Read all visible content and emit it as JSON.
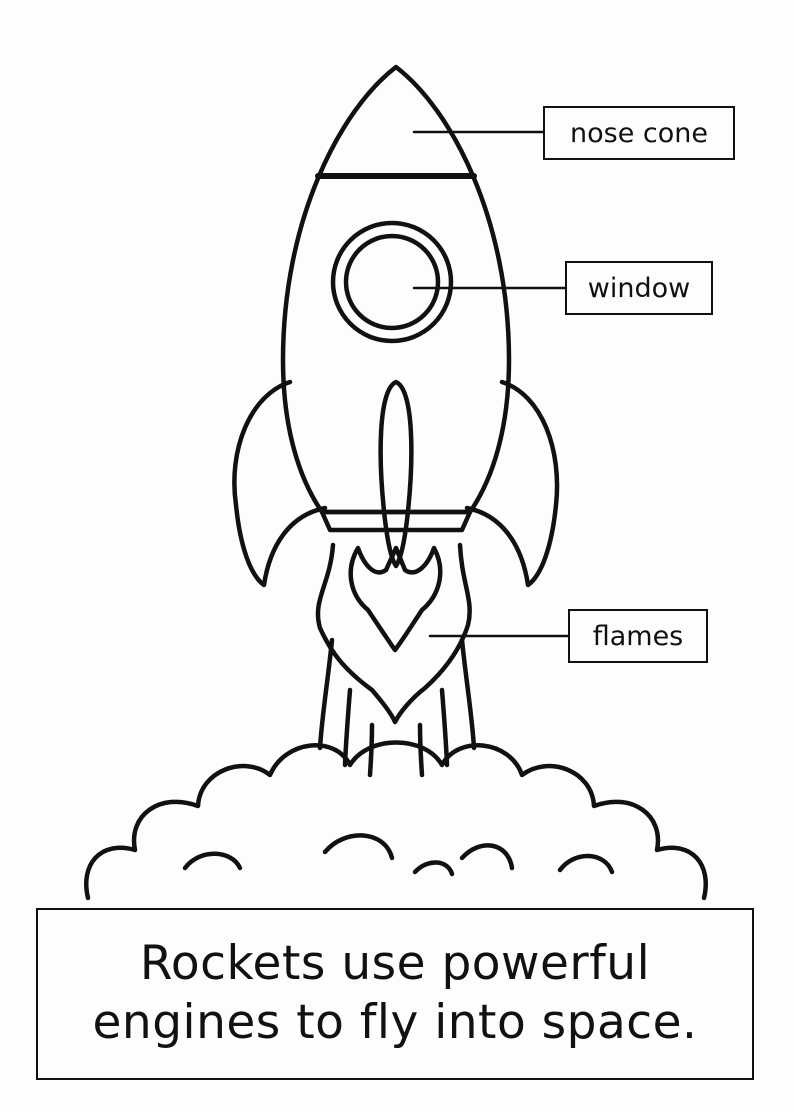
{
  "labels": {
    "nose_cone": "nose cone",
    "window": "window",
    "flames": "flames"
  },
  "caption": {
    "line1": "Rockets use powerful",
    "line2": "engines to fly into space."
  }
}
